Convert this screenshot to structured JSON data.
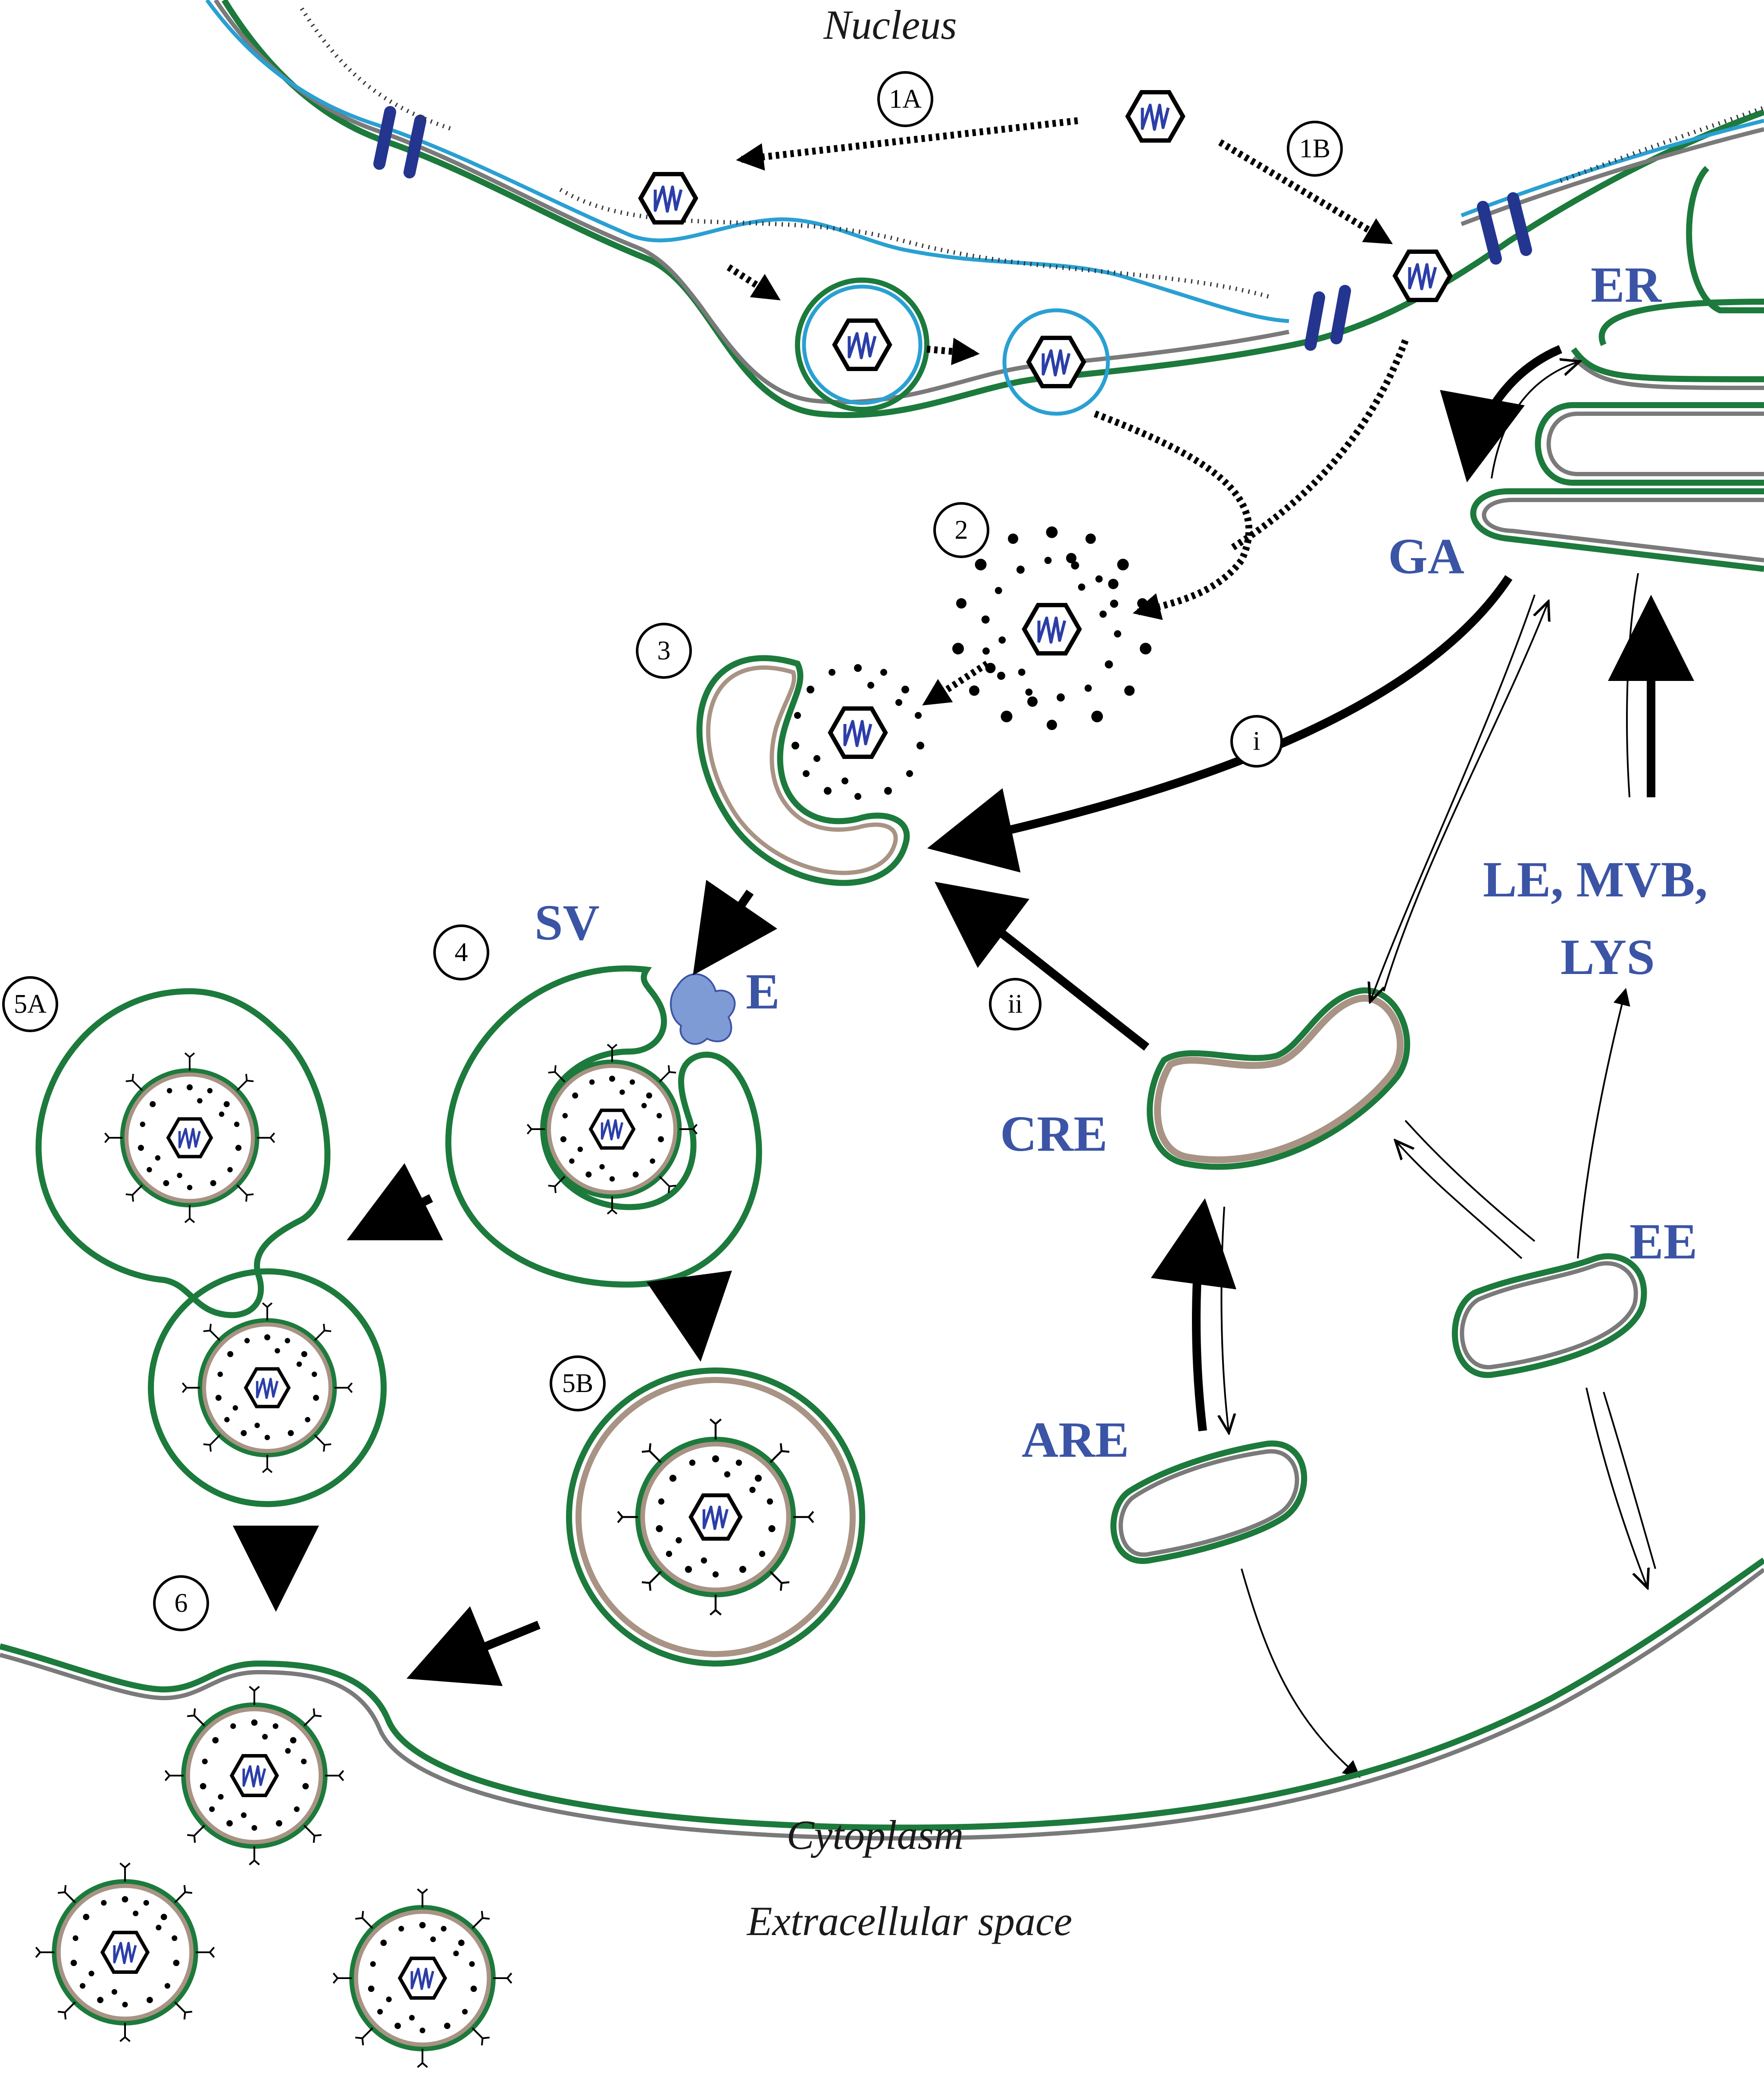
{
  "regions": {
    "nucleus": "Nucleus",
    "cytoplasm": "Cytoplasm",
    "extracellular": "Extracellular space"
  },
  "organelles": {
    "er": "ER",
    "ga": "GA",
    "le_mvb_lys_line1": "LE, MVB,",
    "le_mvb_lys_line2": "LYS",
    "cre": "CRE",
    "ee": "EE",
    "are": "ARE",
    "sv": "SV",
    "e": "E"
  },
  "steps": {
    "s1a": "1A",
    "s1b": "1B",
    "s2": "2",
    "s3": "3",
    "s4": "4",
    "s5a": "5A",
    "s5b": "5B",
    "s6": "6",
    "si": "i",
    "sii": "ii"
  },
  "colors": {
    "label_blue": "#3b54a5",
    "membrane_green": "#1c7a3c",
    "membrane_grey": "#7a7a7a",
    "inner_nuclear_blue": "#2aa0d2",
    "tegument_tan": "#a89384",
    "capsid_genome": "#2b3ea8",
    "pore_blue": "#24358f",
    "e_protein": "#7e9bd6"
  }
}
